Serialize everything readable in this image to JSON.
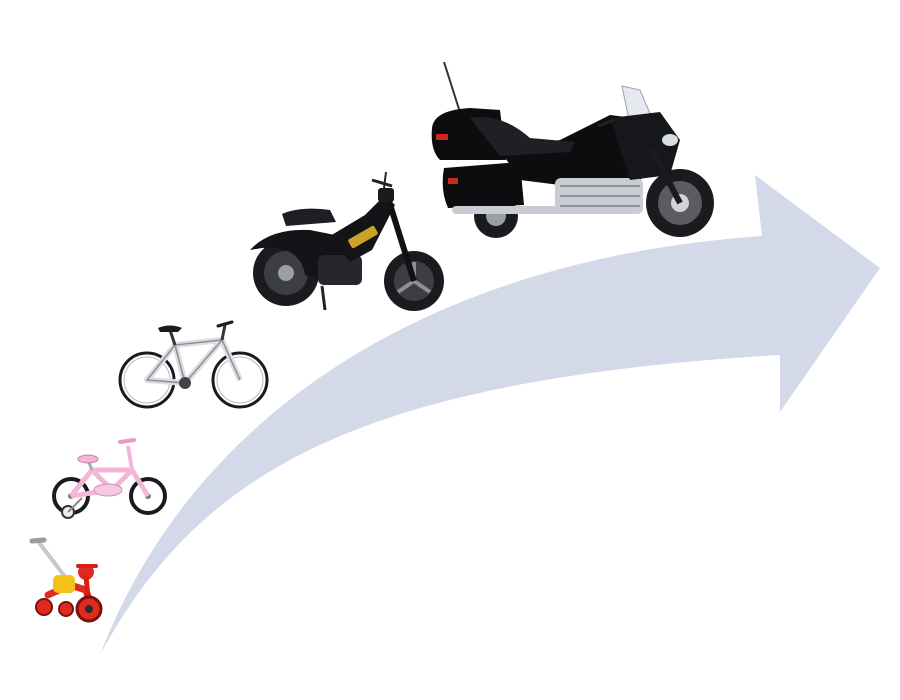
{
  "colors": {
    "arrow": "#d3d9e8",
    "tricycle_frame": "#e02a1f",
    "tricycle_seat": "#f2c21b",
    "kids_bike_frame": "#f3b6d9",
    "bike_frame": "#e9e9ee",
    "moped_body": "#141418",
    "touring_body": "#0d0d10",
    "chrome": "#c9ccd2",
    "tire": "#1b1b1f"
  },
  "stages": [
    {
      "id": "tricycle",
      "icon": "tricycle-icon"
    },
    {
      "id": "kids-bike",
      "icon": "kids-bike-icon"
    },
    {
      "id": "bicycle",
      "icon": "bicycle-icon"
    },
    {
      "id": "moped",
      "icon": "moped-icon"
    },
    {
      "id": "touring-motorcycle",
      "icon": "touring-motorcycle-icon"
    }
  ]
}
